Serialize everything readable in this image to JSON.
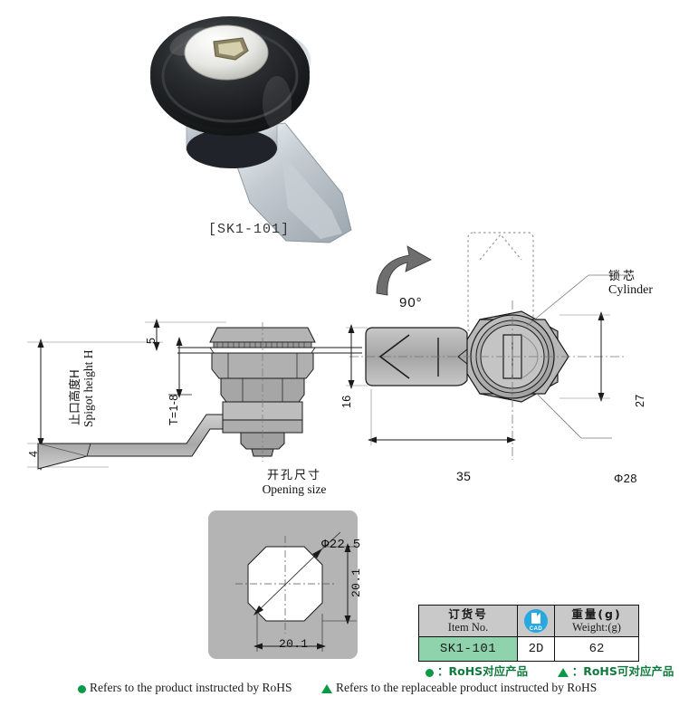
{
  "product": {
    "photo_caption": "[SK1-101]",
    "alt": "cam lock SK1-101 photo"
  },
  "drawings": {
    "side_view": {
      "dim_spigot_cn": "止口高度H",
      "dim_spigot_en": "Spigot height H",
      "dim_5": "5",
      "dim_t": "T=1-8",
      "dim_4": "4"
    },
    "opening": {
      "title_cn": "开孔尺寸",
      "title_en": "Opening size",
      "dim_diameter": "Φ22.5",
      "dim_height": "20.1",
      "dim_width": "20.1"
    },
    "front_view": {
      "rotation_label": "90°",
      "cylinder_cn": "锁芯",
      "cylinder_en": "Cylinder",
      "dim_16": "16",
      "dim_27": "27",
      "dim_35": "35",
      "dim_phi28": "Φ28"
    }
  },
  "table": {
    "headers": [
      {
        "cn": "订货号",
        "en": "Item No."
      },
      {
        "cn": "",
        "en": "",
        "icon": "cad-icon",
        "icon_text": "CAD"
      },
      {
        "cn": "重量(g)",
        "en": "Weight:(g)"
      }
    ],
    "row": {
      "item_no": "SK1-101",
      "cad": "2D",
      "weight": "62"
    }
  },
  "legend": {
    "cn_dot": "：RoHS对应产品",
    "cn_tri": "：RoHS可对应产品",
    "en_dot": "Refers to the product instructed by RoHS",
    "en_tri": "Refers to the replaceable product instructed by RoHS"
  },
  "colors": {
    "green_accent": "#0a9a47",
    "table_row_green": "#8fd3ad",
    "cad_blue": "#29a8e0",
    "header_gray": "#c9c9c9"
  }
}
